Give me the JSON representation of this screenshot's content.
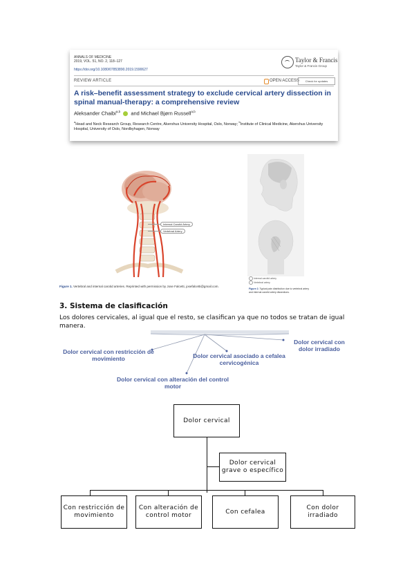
{
  "article": {
    "journal_name": "ANNALS OF MEDICINE",
    "journal_issue": "2019, VOL. 51, NO. 2, 118–127",
    "doi": "https://doi.org/10.1080/07853890.2019.1590627",
    "publisher": "Taylor & Francis",
    "publisher_sub": "Taylor & Francis Group",
    "article_type": "REVIEW ARTICLE",
    "open_access": "OPEN ACCESS",
    "check_updates": "Check for updates",
    "title": "A risk–benefit assessment strategy to exclude cervical artery dissection in spinal manual-therapy: a comprehensive review",
    "author1": "Aleksander Chaibi",
    "author1_sup": "a,b",
    "author_and": "and Michael Bjørn Russell",
    "author2_sup": "a,b",
    "affil_a_sup": "a",
    "affil_a": "Head and Neck Research Group, Research Centre, Akershus University Hospital, Oslo, Norway;",
    "affil_b_sup": "b",
    "affil_b": "Institute of Clinical Medicine, Akershus University Hospital, University of Oslo, Nordbyhagen, Norway"
  },
  "figure1": {
    "label": "Figure 1.",
    "caption": "Vertebral and internal carotid arteries. Reprinted with permission by Jose Falcetti, josefalcetti@gmail.com.",
    "callout_1": "Internal Carotid Artery",
    "callout_2": "Vertebral Artery"
  },
  "figure2": {
    "legend_1": "Internal carotid artery",
    "legend_2": "Vertebral artery",
    "label": "Figure 2.",
    "caption": "Typical pain distribution due to vertebral artery and internal carotid artery dissections."
  },
  "section": {
    "title": "3. Sistema de clasificación",
    "intro": "Los dolores cervicales, al igual que el resto, se clasifican ya que no todos se tratan de igual manera."
  },
  "radial": {
    "label_1": "Dolor cervical con restricción de movimiento",
    "label_2": "Dolor cervical asociado a cefalea cervicogénica",
    "label_3": "Dolor cervical con dolor irradiado",
    "label_4": "Dolor cervical con alteración del control motor"
  },
  "flowchart": {
    "root": "Dolor cervical",
    "side": "Dolor cervical grave o específico",
    "leaf_1": "Con restricción de movimiento",
    "leaf_2": "Con alteración de control motor",
    "leaf_3": "Con cefalea",
    "leaf_4": "Con dolor irradiado"
  },
  "colors": {
    "title_blue": "#2a4b8d",
    "radial_label": "#4a5f9e",
    "artery_red": "#d9432b"
  }
}
